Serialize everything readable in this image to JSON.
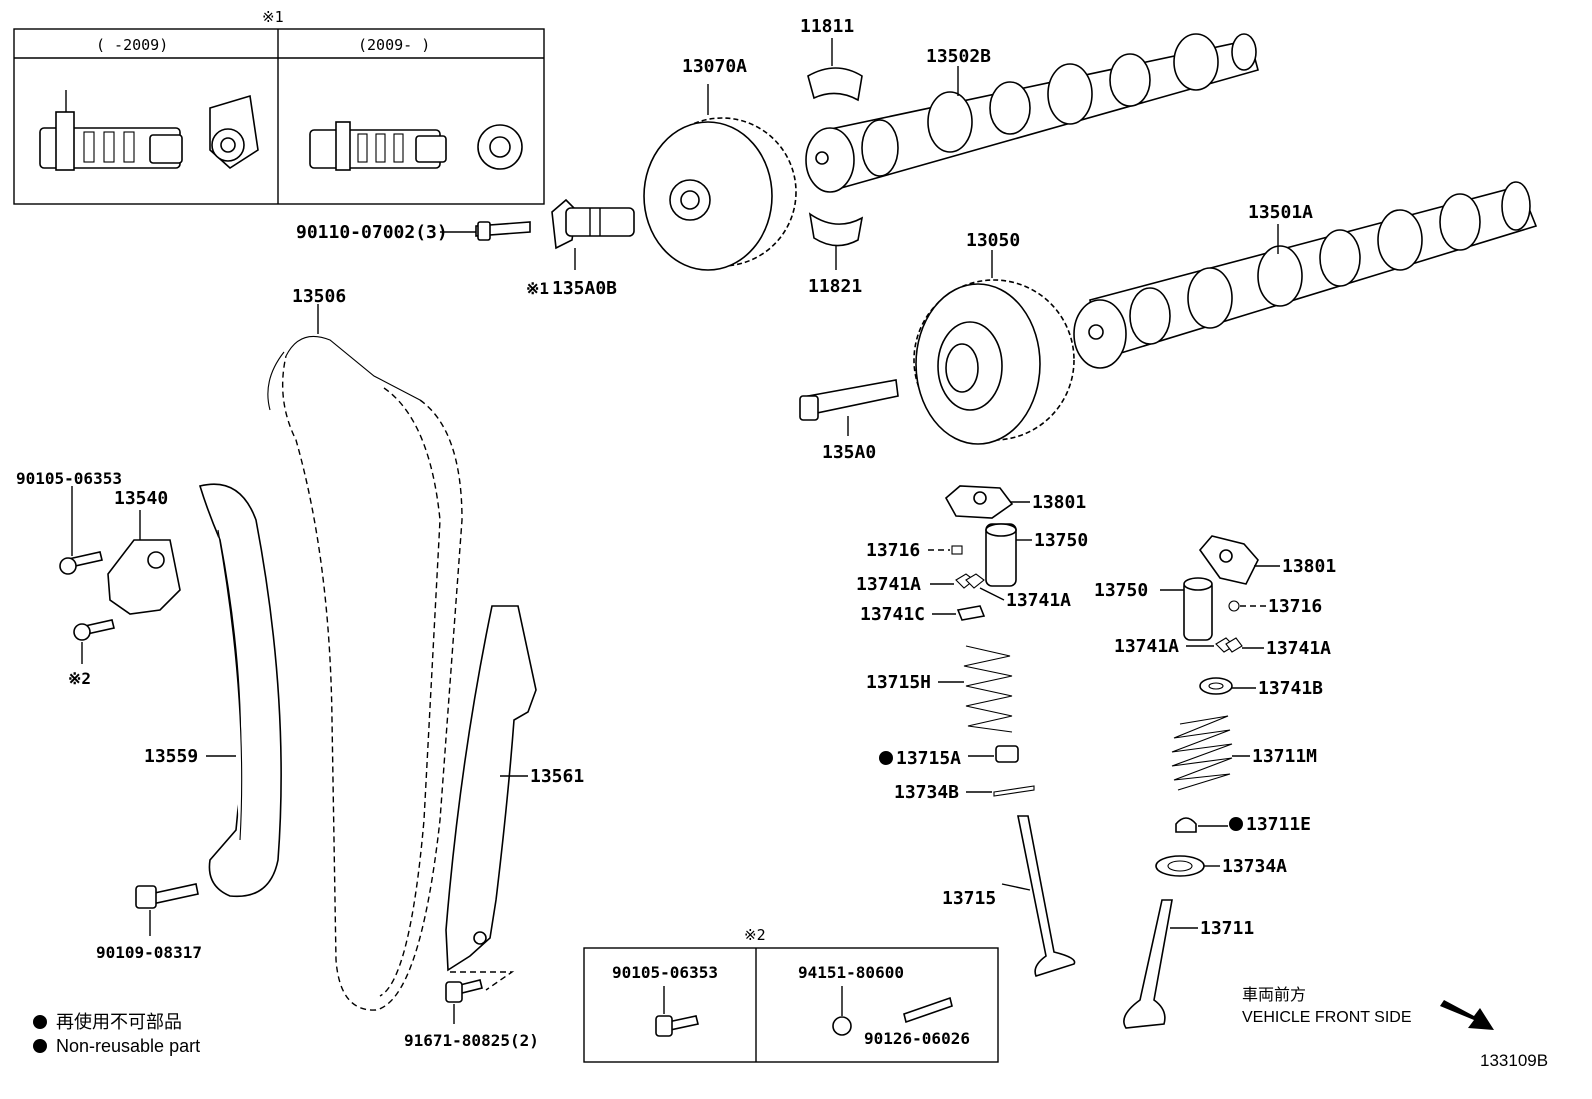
{
  "inset1": {
    "marker": "※1",
    "left_header": "(  -2009)",
    "right_header": "(2009-  )"
  },
  "inset2": {
    "marker": "※2",
    "left_part": "90105-06353",
    "right_part_top": "94151-80600",
    "right_part_bottom": "90126-06026"
  },
  "labels": {
    "p11811": "11811",
    "p13502B": "13502B",
    "p13070A": "13070A",
    "p90110": "90110-07002(3)",
    "p135A0B_mark": "※1",
    "p135A0B": "135A0B",
    "p11821": "11821",
    "p13050": "13050",
    "p13501A": "13501A",
    "p13506": "13506",
    "p135A0": "135A0",
    "p90105": "90105-06353",
    "p13540": "13540",
    "p_mark2": "※2",
    "p13801a": "13801",
    "p13750a": "13750",
    "p13716a": "13716",
    "p13741Aa": "13741A",
    "p13741Ab": "13741A",
    "p13741C": "13741C",
    "p13715H": "13715H",
    "p13715A": "13715A",
    "p13734B": "13734B",
    "p13715": "13715",
    "p13801b": "13801",
    "p13750b": "13750",
    "p13716b": "13716",
    "p13741Ac": "13741A",
    "p13741Ad": "13741A",
    "p13741B": "13741B",
    "p13711M": "13711M",
    "p13711E": "13711E",
    "p13734A": "13734A",
    "p13711": "13711",
    "p13559": "13559",
    "p13561": "13561",
    "p90109": "90109-08317",
    "p91671": "91671-80825(2)"
  },
  "legend": {
    "jp": "再使用不可部品",
    "en": "Non-reusable part"
  },
  "front": {
    "jp": "車両前方",
    "en": "VEHICLE FRONT SIDE"
  },
  "diagram_id": "133109B"
}
